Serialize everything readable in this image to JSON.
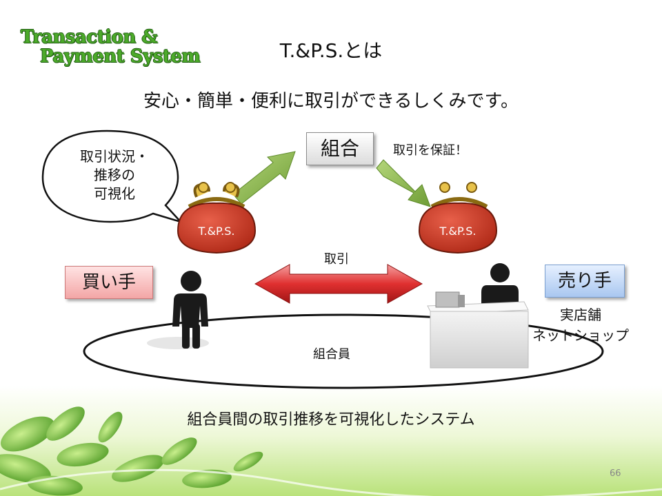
{
  "logo": {
    "line1": "Transaction &",
    "line2": "Payment System"
  },
  "slide": {
    "title": "T.&P.S.とは",
    "subtitle": "安心・簡単・便利に取引ができるしくみです。",
    "footer": "組合員間の取引推移を可視化したシステム",
    "page_number": "66"
  },
  "diagram": {
    "union_label": "組合",
    "guarantee_label": "取引を保証！",
    "bubble_lines": [
      "取引状況・",
      "推移の",
      "可視化"
    ],
    "wallet_left_label": "T.&P.S.",
    "wallet_right_label": "T.&P.S.",
    "transaction_label": "取引",
    "buyer_label": "買い手",
    "seller_label": "売り手",
    "shop_lines": [
      "実店舗",
      "ネットショップ"
    ],
    "members_label": "組合員"
  }
}
